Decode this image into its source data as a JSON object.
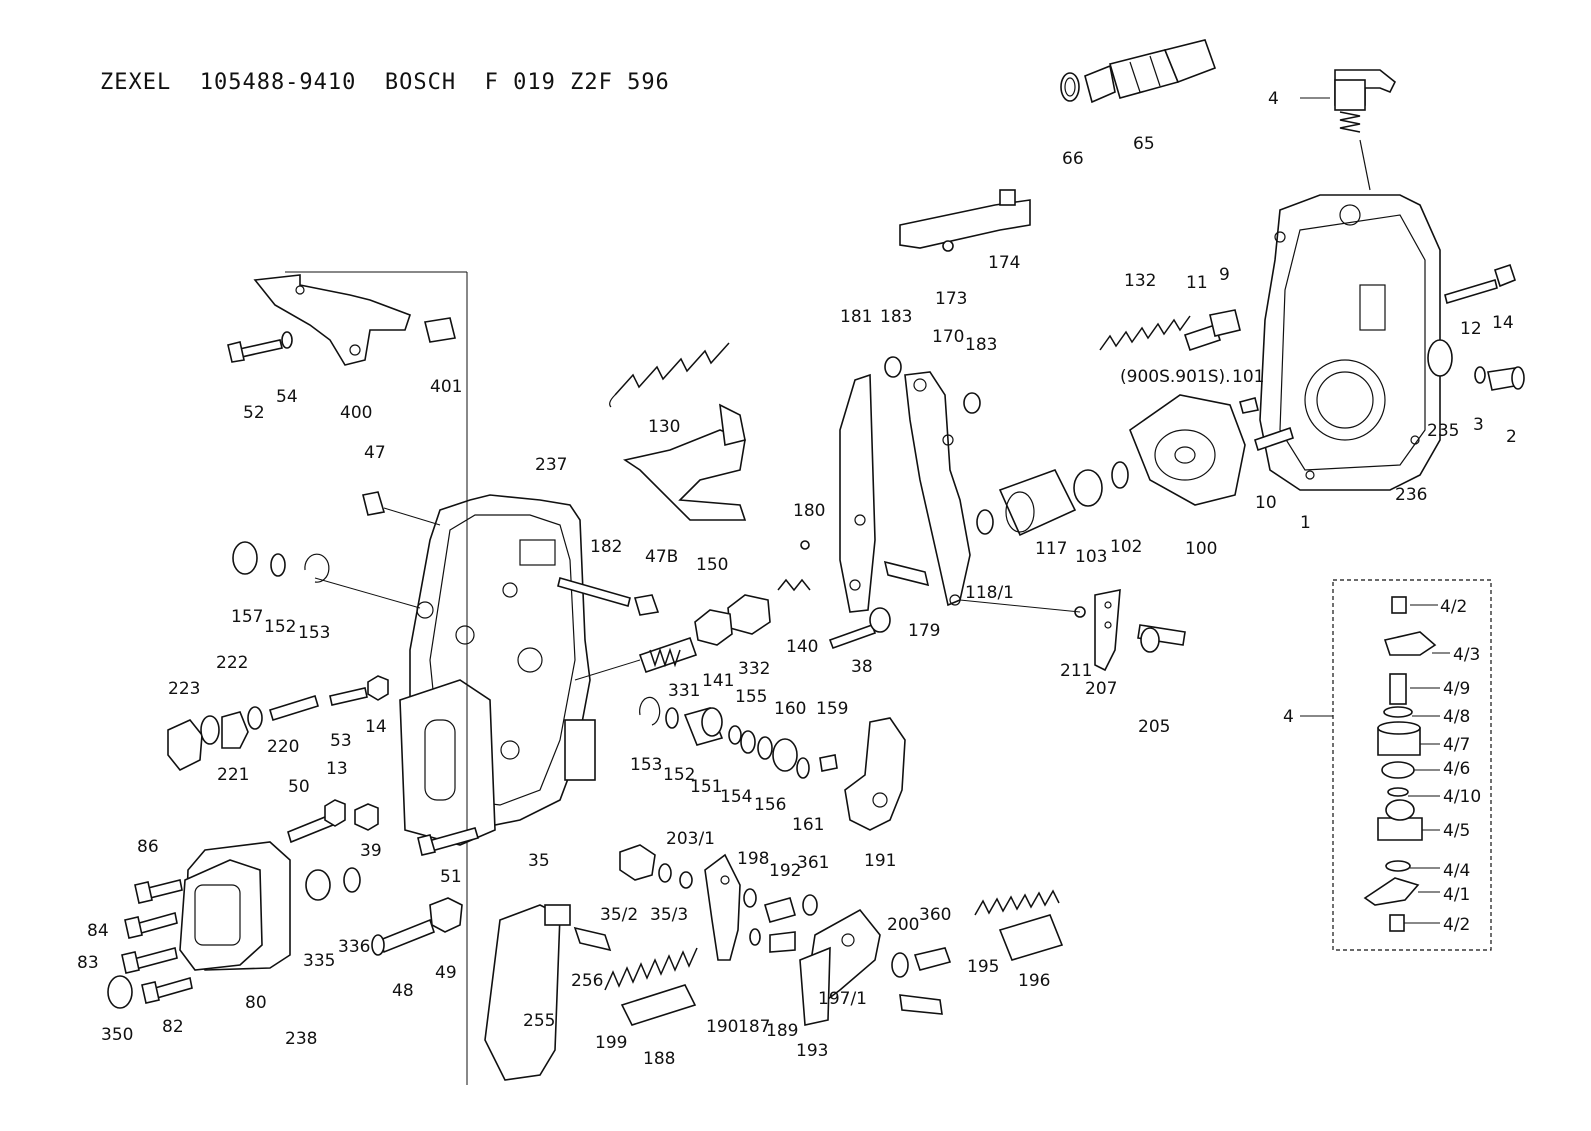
{
  "title": "ZEXEL  105488-9410  BOSCH  F 019 Z2F 596",
  "labels": {
    "p4": "4",
    "p66": "66",
    "p65": "65",
    "p174": "174",
    "p173": "173",
    "p132": "132",
    "p11": "11",
    "p9": "9",
    "p14a": "14",
    "p12": "12",
    "p900": "(900S.901S).",
    "p101": "101",
    "p235": "235",
    "p3": "3",
    "p2": "2",
    "p10": "10",
    "p1": "1",
    "p236": "236",
    "p181": "181",
    "p183a": "183",
    "p170": "170",
    "p183b": "183",
    "p100": "100",
    "p102": "102",
    "p103": "103",
    "p117": "117",
    "p118_1": "118/1",
    "p130": "130",
    "p150": "150",
    "p52": "52",
    "p54": "54",
    "p400": "400",
    "p401": "401",
    "p47": "47",
    "p237": "237",
    "p182": "182",
    "p47B": "47B",
    "p180": "180",
    "p179": "179",
    "p157": "157",
    "p152a": "152",
    "p153a": "153",
    "p140": "140",
    "p332": "332",
    "p141": "141",
    "p331": "331",
    "p38": "38",
    "p211": "211",
    "p207": "207",
    "p205": "205",
    "p222": "222",
    "p223": "223",
    "p221": "221",
    "p220": "220",
    "p53": "53",
    "p14b": "14",
    "p155": "155",
    "p160": "160",
    "p159": "159",
    "p153b": "153",
    "p152b": "152",
    "p151": "151",
    "p154": "154",
    "p156": "156",
    "p161": "161",
    "p191": "191",
    "p50": "50",
    "p13": "13",
    "p39": "39",
    "p35": "35",
    "p51": "51",
    "p86": "86",
    "p84": "84",
    "p83": "83",
    "p350": "350",
    "p82": "82",
    "p80": "80",
    "p238": "238",
    "p335": "335",
    "p336": "336",
    "p48": "48",
    "p49": "49",
    "p35_2": "35/2",
    "p35_3": "35/3",
    "p203_1": "203/1",
    "p198": "198",
    "p192": "192",
    "p361": "361",
    "p200": "200",
    "p360": "360",
    "p195": "195",
    "p196": "196",
    "p256": "256",
    "p255": "255",
    "p199": "199",
    "p188": "188",
    "p190": "190",
    "p187": "187",
    "p189": "189",
    "p197_1": "197/1",
    "p193": "193",
    "p4_2a": "4/2",
    "p4_3": "4/3",
    "p4_9": "4/9",
    "p4_8": "4/8",
    "p4_7": "4/7",
    "p4_6": "4/6",
    "p4_10": "4/10",
    "p4_5": "4/5",
    "p4_4": "4/4",
    "p4_1": "4/1",
    "p4_2b": "4/2",
    "p4side": "4"
  }
}
